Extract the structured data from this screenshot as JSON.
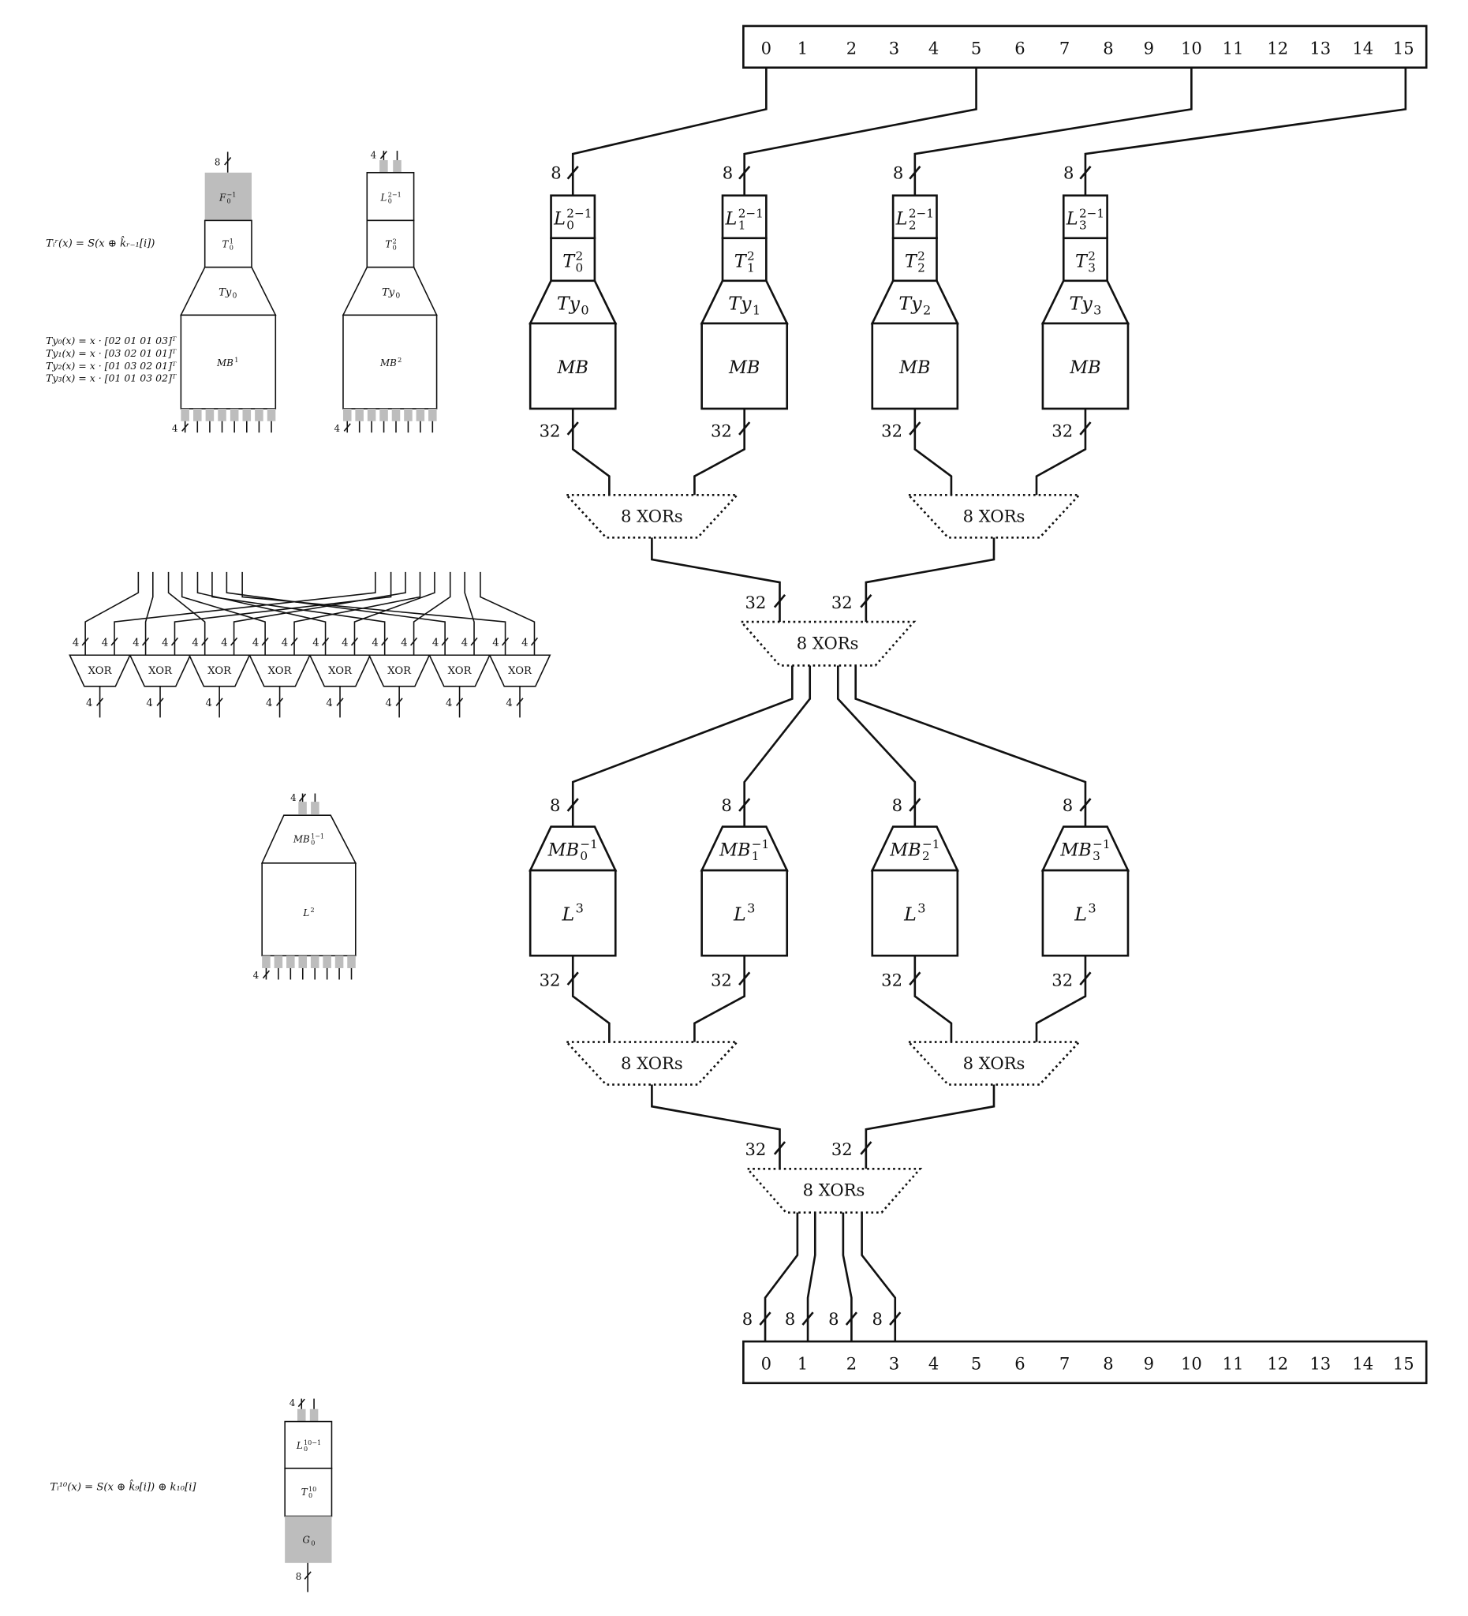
{
  "state_top": {
    "cells": [
      "0",
      "1",
      "2",
      "3",
      "4",
      "5",
      "6",
      "7",
      "8",
      "9",
      "10",
      "11",
      "12",
      "13",
      "14",
      "15"
    ]
  },
  "state_bottom": {
    "cells": [
      "0",
      "1",
      "2",
      "3",
      "4",
      "5",
      "6",
      "7",
      "8",
      "9",
      "10",
      "11",
      "12",
      "13",
      "14",
      "15"
    ]
  },
  "wire_labels": {
    "byte": "8",
    "column": "32",
    "nibble": "4"
  },
  "xor_labels": {
    "big": "8 XORs",
    "small": "XOR"
  },
  "columns": [
    {
      "L": {
        "base": "L",
        "sub": "0",
        "sup": "2−1"
      },
      "T": {
        "base": "T",
        "sub": "0",
        "sup": "2"
      },
      "Ty": {
        "base": "Ty",
        "sub": "0"
      },
      "MB": {
        "base": "MB"
      },
      "MBinv": {
        "base": "MB",
        "sub": "0",
        "sup": "−1"
      },
      "L3": {
        "base": "L",
        "sup": "3"
      }
    },
    {
      "L": {
        "base": "L",
        "sub": "1",
        "sup": "2−1"
      },
      "T": {
        "base": "T",
        "sub": "1",
        "sup": "2"
      },
      "Ty": {
        "base": "Ty",
        "sub": "1"
      },
      "MB": {
        "base": "MB"
      },
      "MBinv": {
        "base": "MB",
        "sub": "1",
        "sup": "−1"
      },
      "L3": {
        "base": "L",
        "sup": "3"
      }
    },
    {
      "L": {
        "base": "L",
        "sub": "2",
        "sup": "2−1"
      },
      "T": {
        "base": "T",
        "sub": "2",
        "sup": "2"
      },
      "Ty": {
        "base": "Ty",
        "sub": "2"
      },
      "MB": {
        "base": "MB"
      },
      "MBinv": {
        "base": "MB",
        "sub": "2",
        "sup": "−1"
      },
      "L3": {
        "base": "L",
        "sup": "3"
      }
    },
    {
      "L": {
        "base": "L",
        "sub": "3",
        "sup": "2−1"
      },
      "T": {
        "base": "T",
        "sub": "3",
        "sup": "2"
      },
      "Ty": {
        "base": "Ty",
        "sub": "3"
      },
      "MB": {
        "base": "MB"
      },
      "MBinv": {
        "base": "MB",
        "sub": "3",
        "sup": "−1"
      },
      "L3": {
        "base": "L",
        "sup": "3"
      }
    }
  ],
  "diagram_a": {
    "top": {
      "base": "F",
      "sub": "0",
      "sup": "−1"
    },
    "t": {
      "base": "T",
      "sub": "0",
      "sup": "1"
    },
    "ty": {
      "base": "Ty",
      "sub": "0"
    },
    "mb": {
      "base": "MB",
      "sup": "1"
    }
  },
  "diagram_b": {
    "top": {
      "base": "L",
      "sub": "0",
      "sup": "2−1"
    },
    "t": {
      "base": "T",
      "sub": "0",
      "sup": "2"
    },
    "ty": {
      "base": "Ty",
      "sub": "0"
    },
    "mb": {
      "base": "MB",
      "sup": "2"
    }
  },
  "diagram_c": {
    "mbinv": {
      "base": "MB",
      "sub": "0",
      "sup": "1−1"
    },
    "l": {
      "base": "L",
      "sup": "2"
    }
  },
  "diagram_d": {
    "l": {
      "base": "L",
      "sub": "0",
      "sup": "10−1"
    },
    "t": {
      "base": "T",
      "sub": "0",
      "sup": "10"
    },
    "g": {
      "base": "G",
      "sub": "0"
    }
  },
  "formulas": {
    "tr": "Tᵢʳ(x) = S(x ⊕ k̂ᵣ₋₁[i])",
    "ty": [
      "Ty₀(x) = x · [02 01 01 03]ᵀ",
      "Ty₁(x) = x · [03 02 01 01]ᵀ",
      "Ty₂(x) = x · [01 03 02 01]ᵀ",
      "Ty₃(x) = x · [01 01 03 02]ᵀ"
    ],
    "t10": "Tᵢ¹⁰(x) = S(x ⊕ k̂₉[i]) ⊕ k₁₀[i]"
  }
}
